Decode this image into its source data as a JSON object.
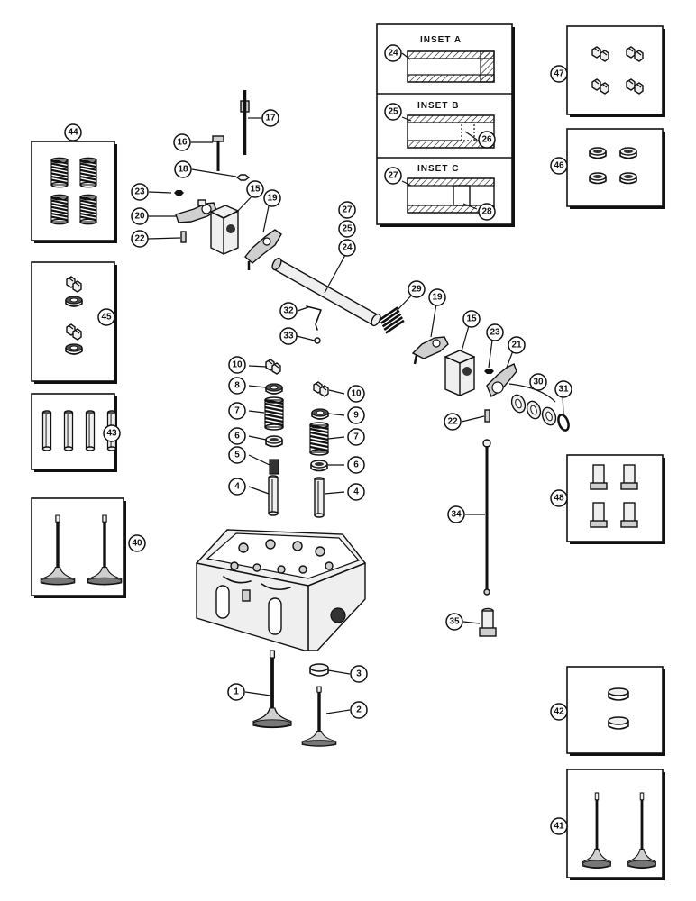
{
  "insets": {
    "a": "INSET A",
    "b": "INSET B",
    "c": "INSET C"
  },
  "callouts": {
    "c1": "1",
    "c2": "2",
    "c3": "3",
    "c4a": "4",
    "c4b": "4",
    "c5": "5",
    "c6a": "6",
    "c6b": "6",
    "c7a": "7",
    "c7b": "7",
    "c8": "8",
    "c9": "9",
    "c10a": "10",
    "c10b": "10",
    "c15a": "15",
    "c15b": "15",
    "c16": "16",
    "c17": "17",
    "c18": "18",
    "c19a": "19",
    "c19b": "19",
    "c20": "20",
    "c21": "21",
    "c22a": "22",
    "c22b": "22",
    "c23a": "23",
    "c23b": "23",
    "c24": "24",
    "c24i": "24",
    "c25": "25",
    "c25i": "25",
    "c26": "26",
    "c27": "27",
    "c27i": "27",
    "c28": "28",
    "c29": "29",
    "c30": "30",
    "c31": "31",
    "c32": "32",
    "c33": "33",
    "c34": "34",
    "c35": "35",
    "c40": "40",
    "c41": "41",
    "c42": "42",
    "c43": "43",
    "c44": "44",
    "c45": "45",
    "c46": "46",
    "c47": "47",
    "c48": "48"
  }
}
